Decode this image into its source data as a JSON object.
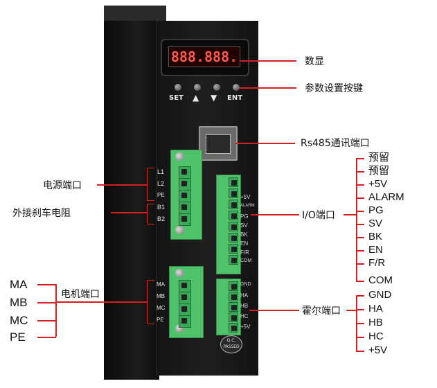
{
  "display": {
    "digits": "888.888."
  },
  "buttons": [
    "SET",
    "▲",
    "▼",
    "ENT"
  ],
  "callouts": {
    "display": "数显",
    "param_keys": "参数设置按键",
    "rs485": "Rs485通讯端口",
    "power": "电源端口",
    "brake": "外接刹车电阻",
    "io": "I/O端口",
    "motor": "电机端口",
    "hall": "霍尔端口"
  },
  "power_terminals": [
    "L1",
    "L2",
    "PE",
    "B1",
    "B2"
  ],
  "io_terminals": [
    "+5V",
    "ALARM",
    "PG",
    "SV",
    "BK",
    "EN",
    "F/R",
    "COM"
  ],
  "io_list": [
    "预留",
    "预留",
    "+5V",
    "ALARM",
    "PG",
    "SV",
    "BK",
    "EN",
    "F/R",
    "COM"
  ],
  "motor_terminals": [
    "MA",
    "MB",
    "MC",
    "PE"
  ],
  "motor_list": [
    "MA",
    "MB",
    "MC",
    "PE"
  ],
  "hall_terminals": [
    "GND",
    "HA",
    "HB",
    "HC",
    "+5V"
  ],
  "hall_list": [
    "GND",
    "HA",
    "HB",
    "HC",
    "+5V"
  ],
  "qc_stamp": "Q.C. PASSED",
  "colors": {
    "accent_line": "#d62020",
    "terminal_green": "#4fc26a",
    "segment_red": "#ff5a4a"
  }
}
